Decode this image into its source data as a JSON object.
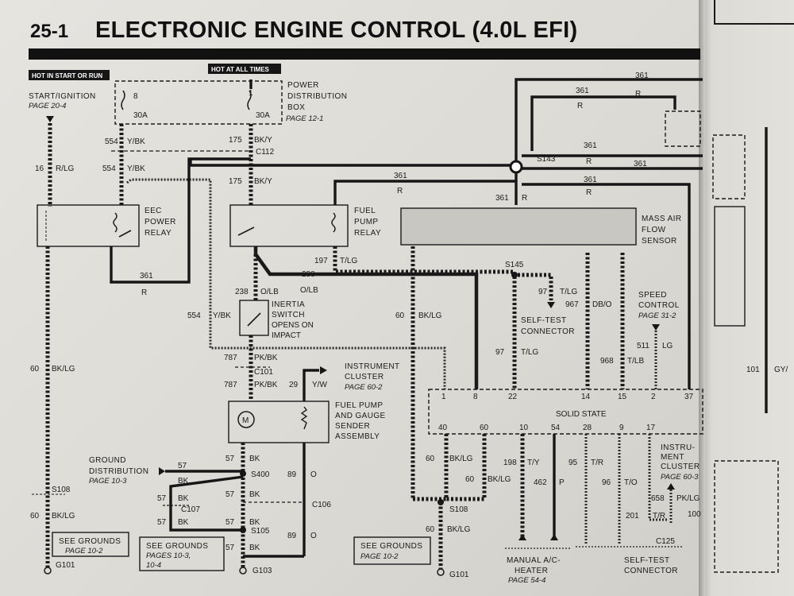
{
  "header": {
    "section": "25-1",
    "title": "ELECTRONIC ENGINE CONTROL (4.0L EFI)"
  },
  "tags": {
    "start_run": "HOT IN START OR RUN",
    "all_times": "HOT AT ALL TIMES"
  },
  "start_ignition": {
    "name": "START/IGNITION",
    "ref": "PAGE 20-4"
  },
  "pdb": {
    "line1": "POWER",
    "line2": "DISTRIBUTION",
    "line3": "BOX",
    "ref": "PAGE 12-1",
    "fuse8": "8",
    "fuse1": "1",
    "amp_l": "30A",
    "amp_r": "30A"
  },
  "eec_relay": {
    "line1": "EEC",
    "line2": "POWER",
    "line3": "RELAY"
  },
  "fuel_relay": {
    "line1": "FUEL",
    "line2": "PUMP",
    "line3": "RELAY"
  },
  "maf": {
    "line1": "MASS AIR",
    "line2": "FLOW",
    "line3": "SENSOR"
  },
  "inertia": {
    "line1": "INERTIA",
    "line2": "SWITCH",
    "line3": "OPENS ON",
    "line4": "IMPACT"
  },
  "sender": {
    "line1": "FUEL PUMP",
    "line2": "AND GAUGE",
    "line3": "SENDER",
    "line4": "ASSEMBLY",
    "motor": "M"
  },
  "instrument_cluster": {
    "line1": "INSTRUMENT",
    "line2": "CLUSTER",
    "ref": "PAGE 60-2"
  },
  "self_test_top": {
    "line1": "SELF-TEST",
    "line2": "CONNECTOR"
  },
  "speed_control": {
    "line1": "SPEED",
    "line2": "CONTROL",
    "ref": "PAGE 31-2"
  },
  "module": {
    "label": "SOLID STATE",
    "pins_top": [
      "1",
      "8",
      "22",
      "14",
      "15",
      "2",
      "37"
    ],
    "pins_bottom": [
      "40",
      "60",
      "10",
      "54",
      "28",
      "9",
      "17"
    ]
  },
  "ground_dist": {
    "line1": "GROUND",
    "line2": "DISTRIBUTION",
    "ref": "PAGE 10-3"
  },
  "grounds": [
    {
      "line1": "SEE GROUNDS",
      "line2": "PAGE 10-2"
    },
    {
      "line1": "SEE GROUNDS",
      "line2": "PAGES 10-3,",
      "line3": "10-4"
    },
    {
      "line1": "SEE GROUNDS",
      "line2": "PAGE 10-2"
    }
  ],
  "ground_points": [
    "G101",
    "G103",
    "G101"
  ],
  "splices": {
    "s108a": "S108",
    "s400": "S400",
    "c107": "C107",
    "s105": "S105",
    "c106": "C106",
    "s108b": "S108",
    "s145": "S145",
    "s143": "S143",
    "c112": "C112",
    "c101": "C101",
    "c125": "C125"
  },
  "manual_ac": {
    "line1": "MANUAL A/C-",
    "line2": "HEATER",
    "ref": "PAGE 54-4"
  },
  "self_test_bottom": {
    "line1": "SELF-TEST",
    "line2": "CONNECTOR"
  },
  "instrument_cluster2": {
    "line1": "INSTRU-",
    "line2": "MENT",
    "line3": "CLUSTER",
    "ref": "PAGE 60-3"
  },
  "wires": {
    "w554": "554",
    "yb": "Y/BK",
    "w16": "16",
    "rlg": "R/LG",
    "w175": "175",
    "bky": "BK/Y",
    "w361": "361",
    "r": "R",
    "w197": "197",
    "tlg": "T/LG",
    "w238": "238",
    "olb": "O/LB",
    "w787": "787",
    "pkbk": "PK/BK",
    "w29": "29",
    "yw": "Y/W",
    "w57": "57",
    "bk": "BK",
    "w89": "89",
    "o": "O",
    "w60": "60",
    "bklg": "BK/LG",
    "w97": "97",
    "w967": "967",
    "dbo": "DB/O",
    "w968": "968",
    "tlb": "T/LB",
    "w511": "511",
    "lg": "LG",
    "w198": "198",
    "ty": "T/Y",
    "w462": "462",
    "p": "P",
    "w95": "95",
    "tr": "T/R",
    "w96": "96",
    "to": "T/O",
    "w658": "658",
    "pklg": "PK/LG",
    "w201": "201",
    "w100": "100",
    "w101": "101",
    "gy": "GY/"
  }
}
